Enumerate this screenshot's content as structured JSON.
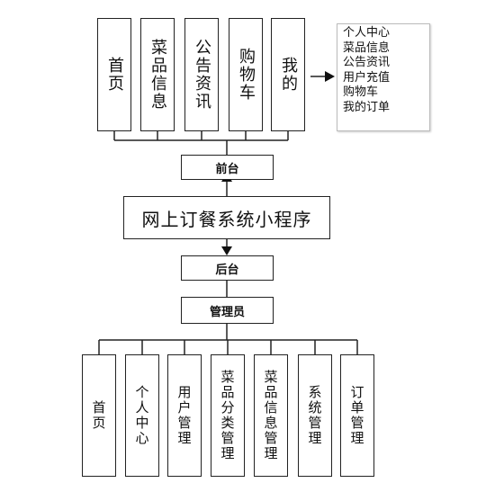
{
  "diagram": {
    "system_title": "网上订餐系统小程序",
    "frontend": {
      "label": "前台",
      "modules": [
        "首页",
        "菜品信息",
        "公告资讯",
        "购物车",
        "我的"
      ],
      "my_menu": [
        "个人中心",
        "菜品信息",
        "公告资讯",
        "用户充值",
        "购物车",
        "我的订单"
      ]
    },
    "backend": {
      "label": "后台",
      "role": "管理员",
      "modules": [
        "首页",
        "个人中心",
        "用户管理",
        "菜品分类管理",
        "菜品信息管理",
        "系统管理",
        "订单管理"
      ]
    }
  }
}
